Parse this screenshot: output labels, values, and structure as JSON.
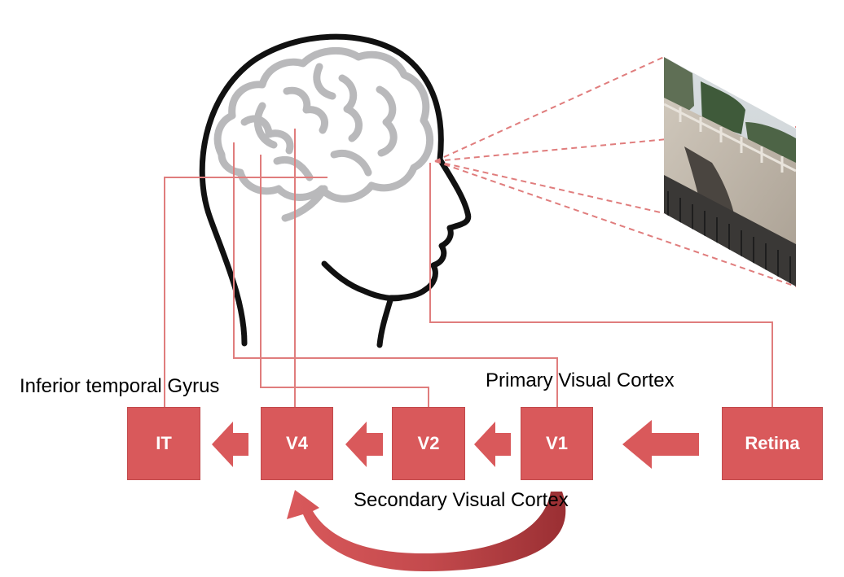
{
  "captions": {
    "inferior_temporal": "Inferior temporal Gyrus",
    "primary": "Primary Visual Cortex",
    "secondary": "Secondary Visual Cortex"
  },
  "boxes": {
    "it": "IT",
    "v4": "V4",
    "v2": "V2",
    "v1": "V1",
    "retina": "Retina"
  },
  "colors": {
    "box_fill": "#d9595b",
    "connector": "#e07d7d",
    "head_outline": "#111111",
    "brain": "#b9b9bb"
  }
}
